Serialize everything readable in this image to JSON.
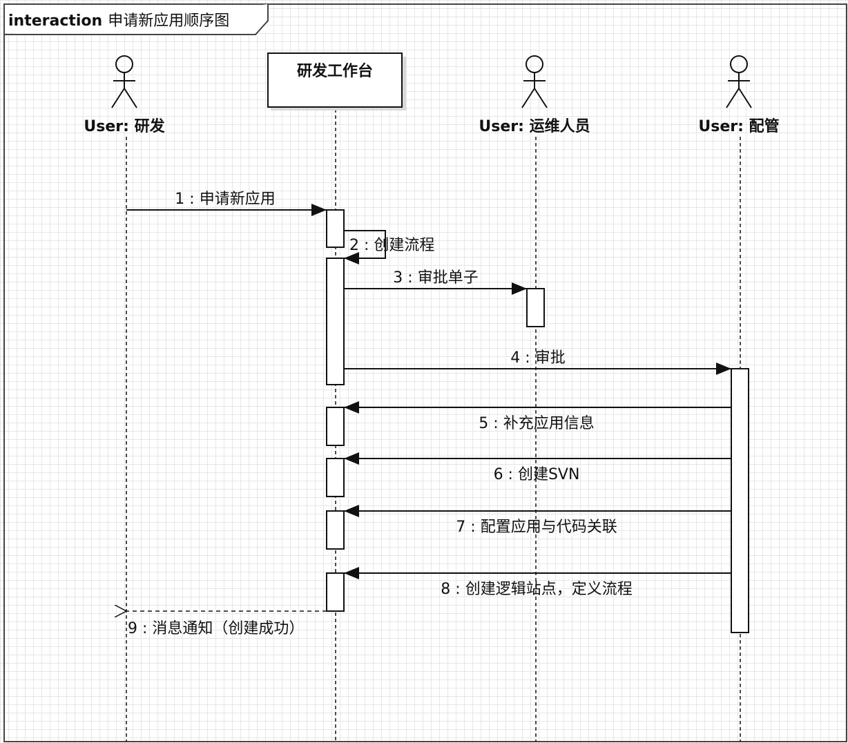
{
  "frame": {
    "keyword": "interaction",
    "title": "申请新应用顺序图"
  },
  "participants": [
    {
      "id": "dev",
      "kind": "actor",
      "name": "User: 研发"
    },
    {
      "id": "workbench",
      "kind": "box",
      "name": "研发工作台"
    },
    {
      "id": "ops",
      "kind": "actor",
      "name": "User: 运维人员"
    },
    {
      "id": "cm",
      "kind": "actor",
      "name": "User: 配管"
    }
  ],
  "messages": [
    {
      "label": "1 : 申请新应用",
      "from": "dev",
      "to": "workbench",
      "style": "sync"
    },
    {
      "label": "2 : 创建流程",
      "from": "workbench",
      "to": "workbench",
      "style": "self"
    },
    {
      "label": "3 : 审批单子",
      "from": "workbench",
      "to": "ops",
      "style": "sync"
    },
    {
      "label": "4 : 审批",
      "from": "workbench",
      "to": "cm",
      "style": "sync"
    },
    {
      "label": "5 : 补充应用信息",
      "from": "cm",
      "to": "workbench",
      "style": "sync"
    },
    {
      "label": "6 : 创建SVN",
      "from": "cm",
      "to": "workbench",
      "style": "sync"
    },
    {
      "label": "7 : 配置应用与代码关联",
      "from": "cm",
      "to": "workbench",
      "style": "sync"
    },
    {
      "label": "8 : 创建逻辑站点，定义流程",
      "from": "cm",
      "to": "workbench",
      "style": "sync"
    },
    {
      "label": "9 : 消息通知（创建成功）",
      "from": "workbench",
      "to": "dev",
      "style": "return"
    }
  ],
  "colors": {
    "line": "#111111",
    "grid": "#e6e6e6",
    "box_fill": "#ffffff",
    "shadow": "#d9d9d9"
  }
}
